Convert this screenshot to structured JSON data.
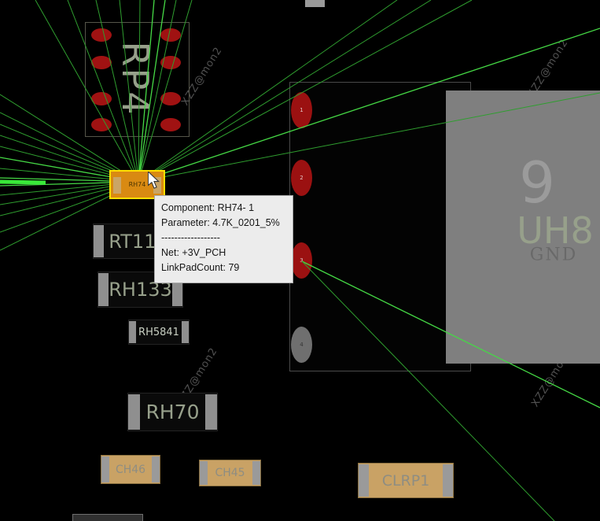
{
  "watermark": {
    "text": "XZZ@mon2"
  },
  "tooltip": {
    "lines": [
      "Component: RH74- 1",
      "Parameter: 4.7K_0201_5%",
      "------------------",
      "Net: +3V_PCH",
      "LinkPadCount: 79"
    ]
  },
  "components": {
    "rp4": {
      "label": "RP4"
    },
    "rh74": {
      "label": "RH74"
    },
    "rt113": {
      "label": "RT113"
    },
    "rh133": {
      "label": "RH133"
    },
    "rh5841": {
      "label": "RH5841"
    },
    "rh70": {
      "label": "RH70"
    },
    "ch46": {
      "label": "CH46"
    },
    "ch45": {
      "label": "CH45"
    },
    "clrp1": {
      "label": "CLRP1"
    },
    "uh8": {
      "pin": "9",
      "label": "UH8",
      "net": "GND"
    }
  },
  "connector": {
    "pins": [
      "1",
      "2",
      "3",
      "4"
    ]
  },
  "colors": {
    "board_bg": "#000000",
    "pad_red": "#a01212",
    "silk_olive": "#97a08b",
    "ratsnest_green": "#2f9e2f",
    "highlight_orange": "#d98a12",
    "highlight_border": "#ffe000",
    "body_tan": "#c9a265",
    "tooltip_bg": "#ececec"
  }
}
